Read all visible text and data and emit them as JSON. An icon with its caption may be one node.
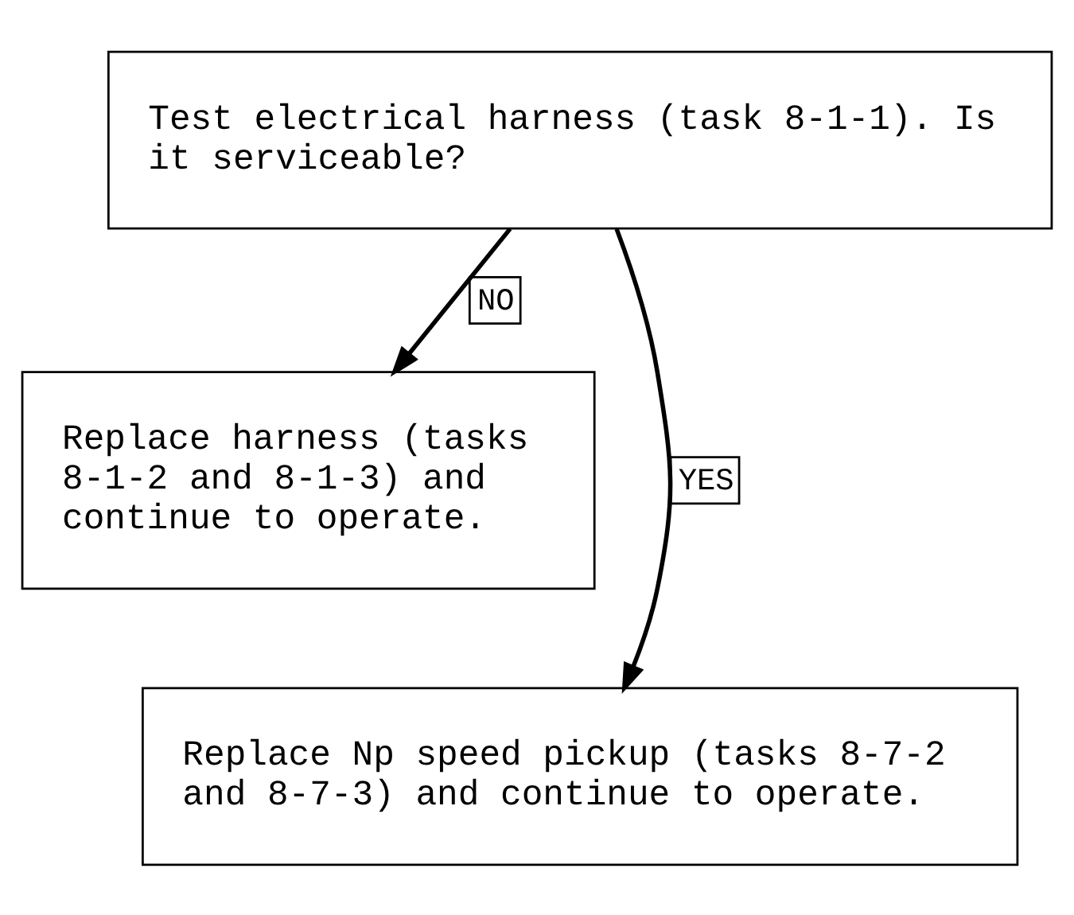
{
  "diagram": {
    "nodes": [
      {
        "text": [
          "Test electrical harness (task 8-1-1). Is it serviceable?"
        ]
      },
      {
        "text": [
          "Replace harness (tasks 8-1-2 and 8-1-3) and continue to operate."
        ]
      },
      {
        "text": [
          "Replace Np speed pickup (tasks 8-7-2 and 8-7-3) and continue to operate."
        ]
      }
    ],
    "edges": [
      {
        "from": 0,
        "to": 1,
        "arrow": "to",
        "label": "NO"
      },
      {
        "from": 0,
        "to": 2,
        "arrow": "to",
        "label": "YES"
      }
    ]
  }
}
